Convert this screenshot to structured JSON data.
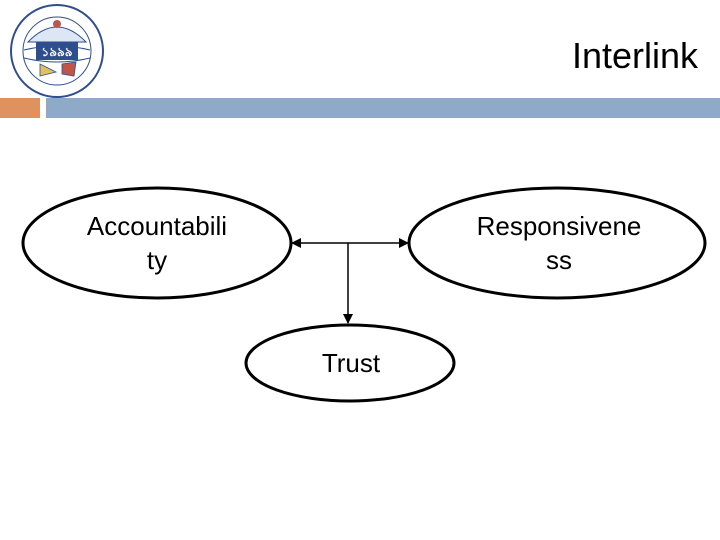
{
  "header": {
    "title": "Interlink",
    "logo_year": "১৯৯৯"
  },
  "diagram": {
    "nodes": {
      "accountability": "Accountabili\nty",
      "responsiveness": "Responsivene\nss",
      "trust": "Trust"
    }
  },
  "colors": {
    "accent_orange": "#E0925E",
    "accent_blue": "#8FAAC9",
    "logo_blue": "#2E4E8F"
  }
}
